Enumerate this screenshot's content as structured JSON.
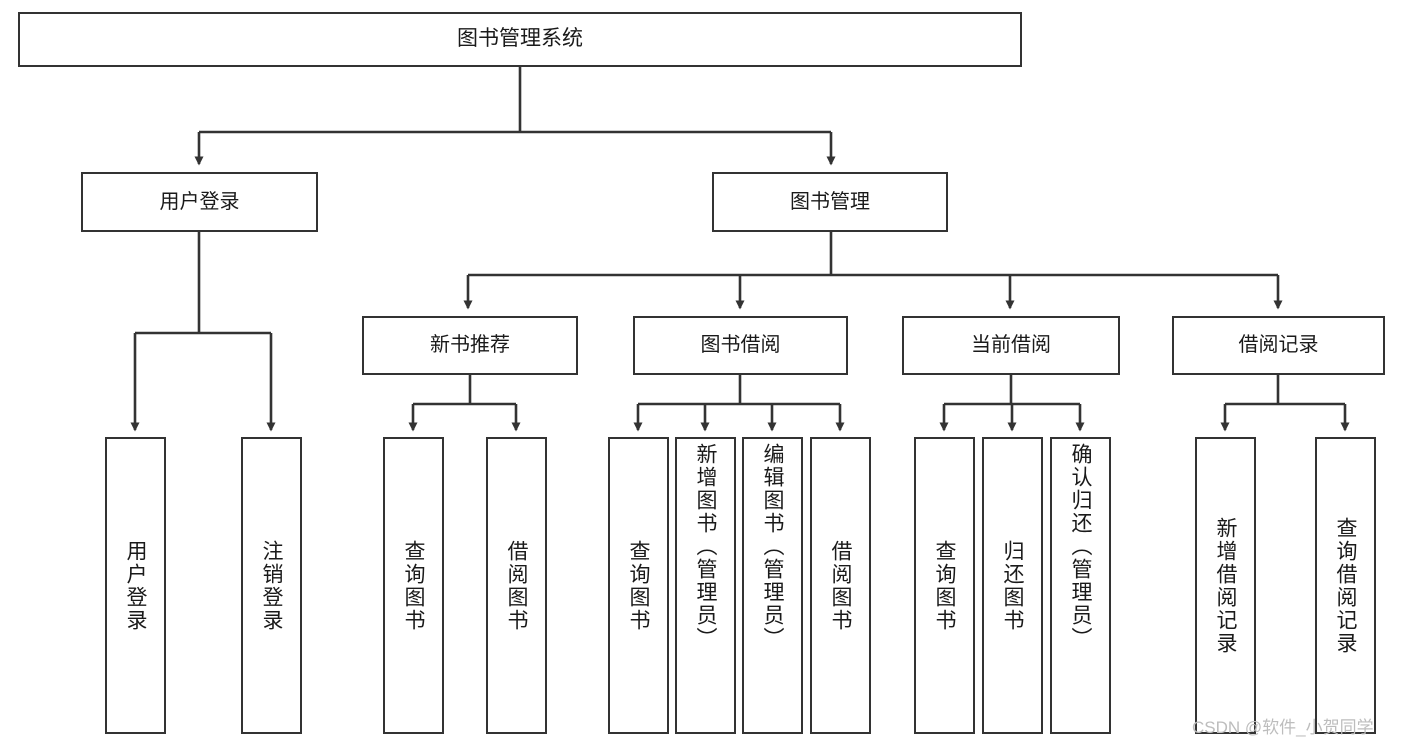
{
  "diagram": {
    "type": "tree-hierarchy",
    "title": "图书管理系统",
    "watermark": "CSDN @软件_小贺同学",
    "colors": {
      "box_border": "#333333",
      "box_fill": "#ffffff",
      "connector": "#333333",
      "text": "#1a1a1a",
      "watermark": "#bdbdbd"
    },
    "nodes": {
      "root": "图书管理系统",
      "level1": [
        "用户登录",
        "图书管理"
      ],
      "level2": [
        "新书推荐",
        "图书借阅",
        "当前借阅",
        "借阅记录"
      ],
      "leaves": {
        "user_login": [
          "用户登录",
          "注销登录"
        ],
        "new_book": [
          "查询图书",
          "借阅图书"
        ],
        "book_borrow": [
          "查询图书",
          "新增图书（管理员）",
          "编辑图书（管理员）",
          "借阅图书"
        ],
        "current_borrow": [
          "查询图书",
          "归还图书",
          "确认归还（管理员）"
        ],
        "borrow_record": [
          "新增借阅记录",
          "查询借阅记录"
        ]
      }
    }
  }
}
